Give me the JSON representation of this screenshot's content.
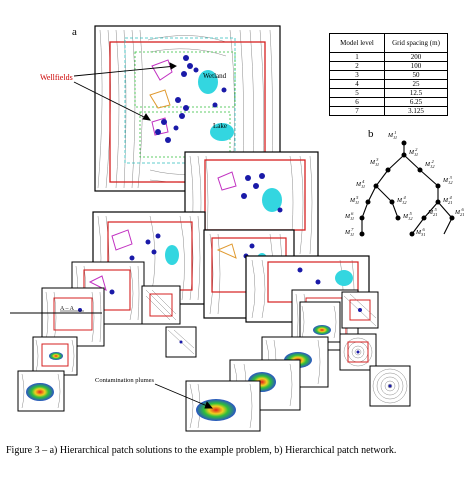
{
  "figure": {
    "panel_a_label": "a",
    "panel_b_label": "b",
    "wellfields_label": "Wellfields",
    "wetland_label": "Wetland",
    "lake_label": "Lake",
    "section_label": "A – A",
    "plume_label": "Contamination plumes",
    "caption": "Figure 3 – a) Hierarchical patch solutions to the example problem, b) Hierarchical patch network."
  },
  "table": {
    "headers": [
      "Model level",
      "Grid spacing (m)"
    ],
    "rows": [
      [
        "1",
        "200"
      ],
      [
        "2",
        "100"
      ],
      [
        "3",
        "50"
      ],
      [
        "4",
        "25"
      ],
      [
        "5",
        "12.5"
      ],
      [
        "6",
        "6.25"
      ],
      [
        "7",
        "3.125"
      ]
    ]
  },
  "network": {
    "nodes": [
      {
        "base": "M",
        "sup": "1",
        "sub": "11"
      },
      {
        "base": "M",
        "sup": "2",
        "sub": "11"
      },
      {
        "base": "M",
        "sup": "2",
        "sub": "12"
      },
      {
        "base": "M",
        "sup": "3",
        "sub": "11"
      },
      {
        "base": "M",
        "sup": "3",
        "sub": "12"
      },
      {
        "base": "M",
        "sup": "4",
        "sub": "11"
      },
      {
        "base": "M",
        "sup": "4",
        "sub": "12"
      },
      {
        "base": "M",
        "sup": "4",
        "sub": "21"
      },
      {
        "base": "M",
        "sup": "5",
        "sub": "11"
      },
      {
        "base": "M",
        "sup": "5",
        "sub": "12"
      },
      {
        "base": "M",
        "sup": "5",
        "sub": "21"
      },
      {
        "base": "M",
        "sup": "6",
        "sub": "11"
      },
      {
        "base": "M",
        "sup": "6",
        "sub": "21"
      },
      {
        "base": "M",
        "sup": "6",
        "sub": "31"
      },
      {
        "base": "M",
        "sup": "7",
        "sub": "11"
      }
    ]
  },
  "colors": {
    "patch_border": "#d62020",
    "contour": "#8a8a8a",
    "well": "#1a1aa8",
    "water": "#33d6e0",
    "plume_outer": "#2a52c8",
    "plume_mid": "#2fbf3a",
    "plume_core": "#e0201c",
    "boundary": "#000000",
    "magenta": "#c233c2",
    "orange": "#e09a30"
  }
}
